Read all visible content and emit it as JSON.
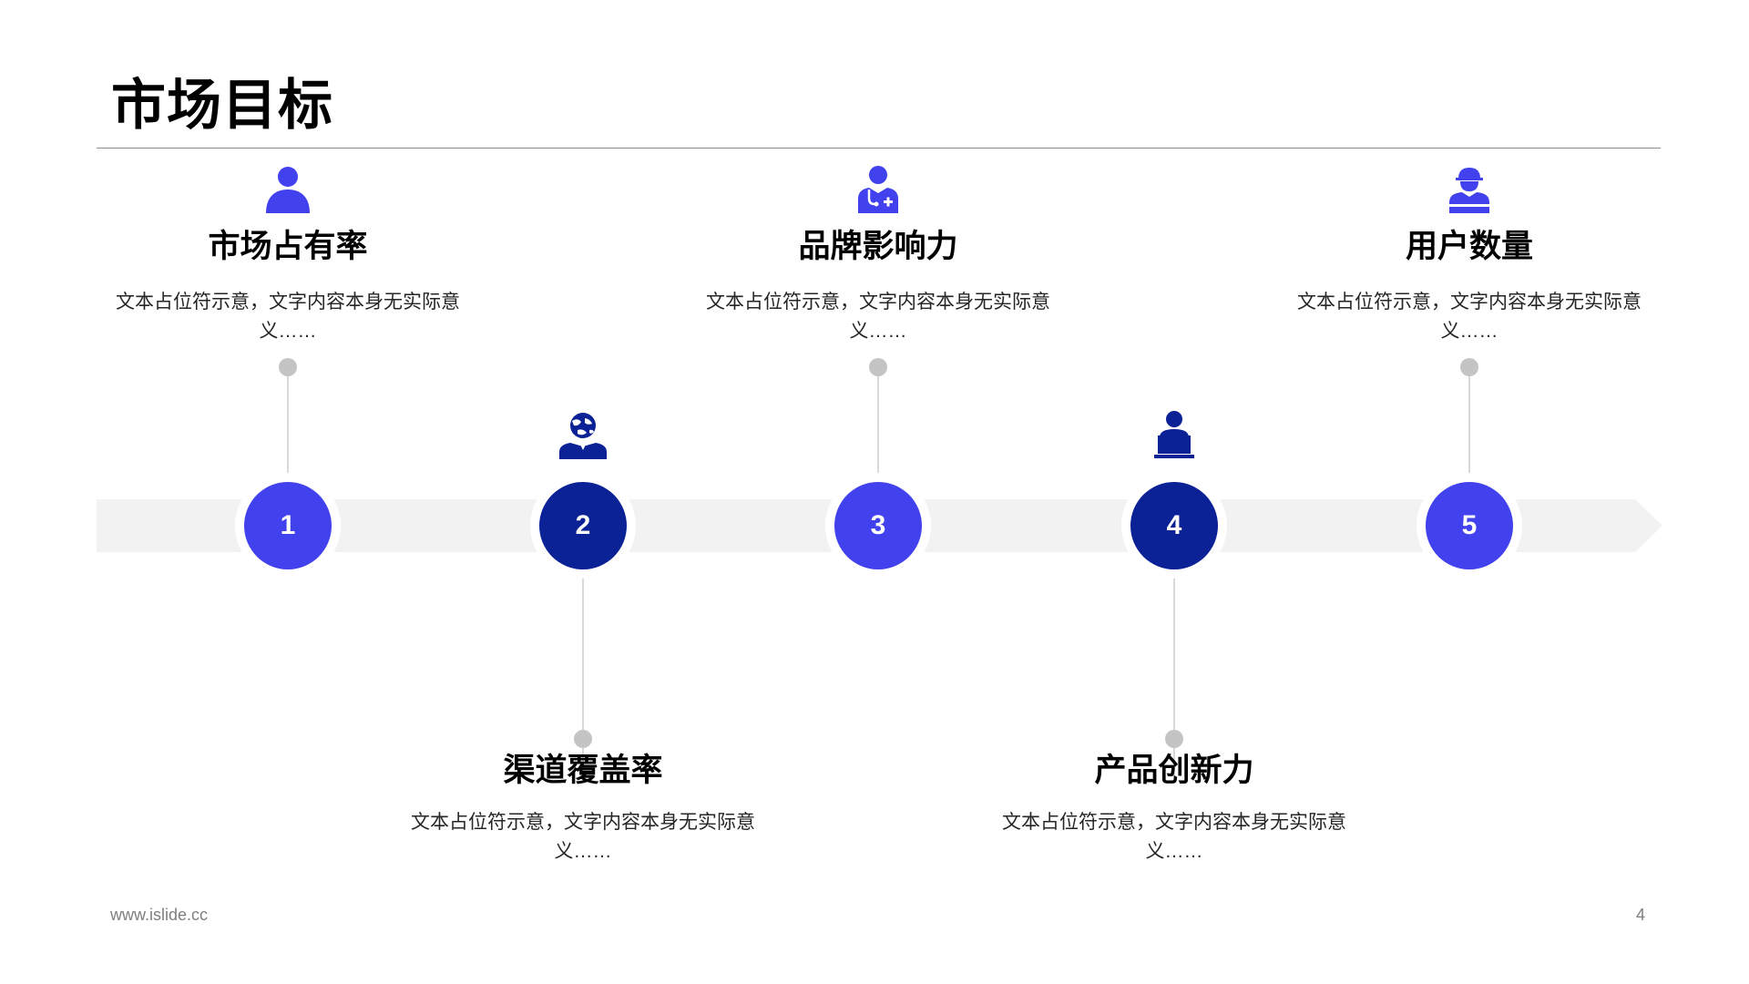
{
  "title": "市场目标",
  "colors": {
    "primary": "#4141EE",
    "dark": "#0B2196",
    "band": "#F2F2F2",
    "connector": "#D9D9D9",
    "dot": "#C4C4C4"
  },
  "milestones": [
    {
      "number": "1",
      "heading": "市场占有率",
      "text": "文本占位符示意，文字内容本身无实际意义……",
      "icon": "user-icon",
      "position": "top",
      "color": "primary"
    },
    {
      "number": "2",
      "heading": "渠道覆盖率",
      "text": "文本占位符示意，文字内容本身无实际意义……",
      "icon": "globe-person-icon",
      "position": "bottom",
      "color": "dark"
    },
    {
      "number": "3",
      "heading": "品牌影响力",
      "text": "文本占位符示意，文字内容本身无实际意义……",
      "icon": "doctor-icon",
      "position": "top",
      "color": "primary"
    },
    {
      "number": "4",
      "heading": "产品创新力",
      "text": "文本占位符示意，文字内容本身无实际意义……",
      "icon": "laptop-user-icon",
      "position": "bottom",
      "color": "dark"
    },
    {
      "number": "5",
      "heading": "用户数量",
      "text": "文本占位符示意，文字内容本身无实际意义……",
      "icon": "worker-icon",
      "position": "top",
      "color": "primary"
    }
  ],
  "footer": {
    "url": "www.islide.cc",
    "page": "4"
  }
}
